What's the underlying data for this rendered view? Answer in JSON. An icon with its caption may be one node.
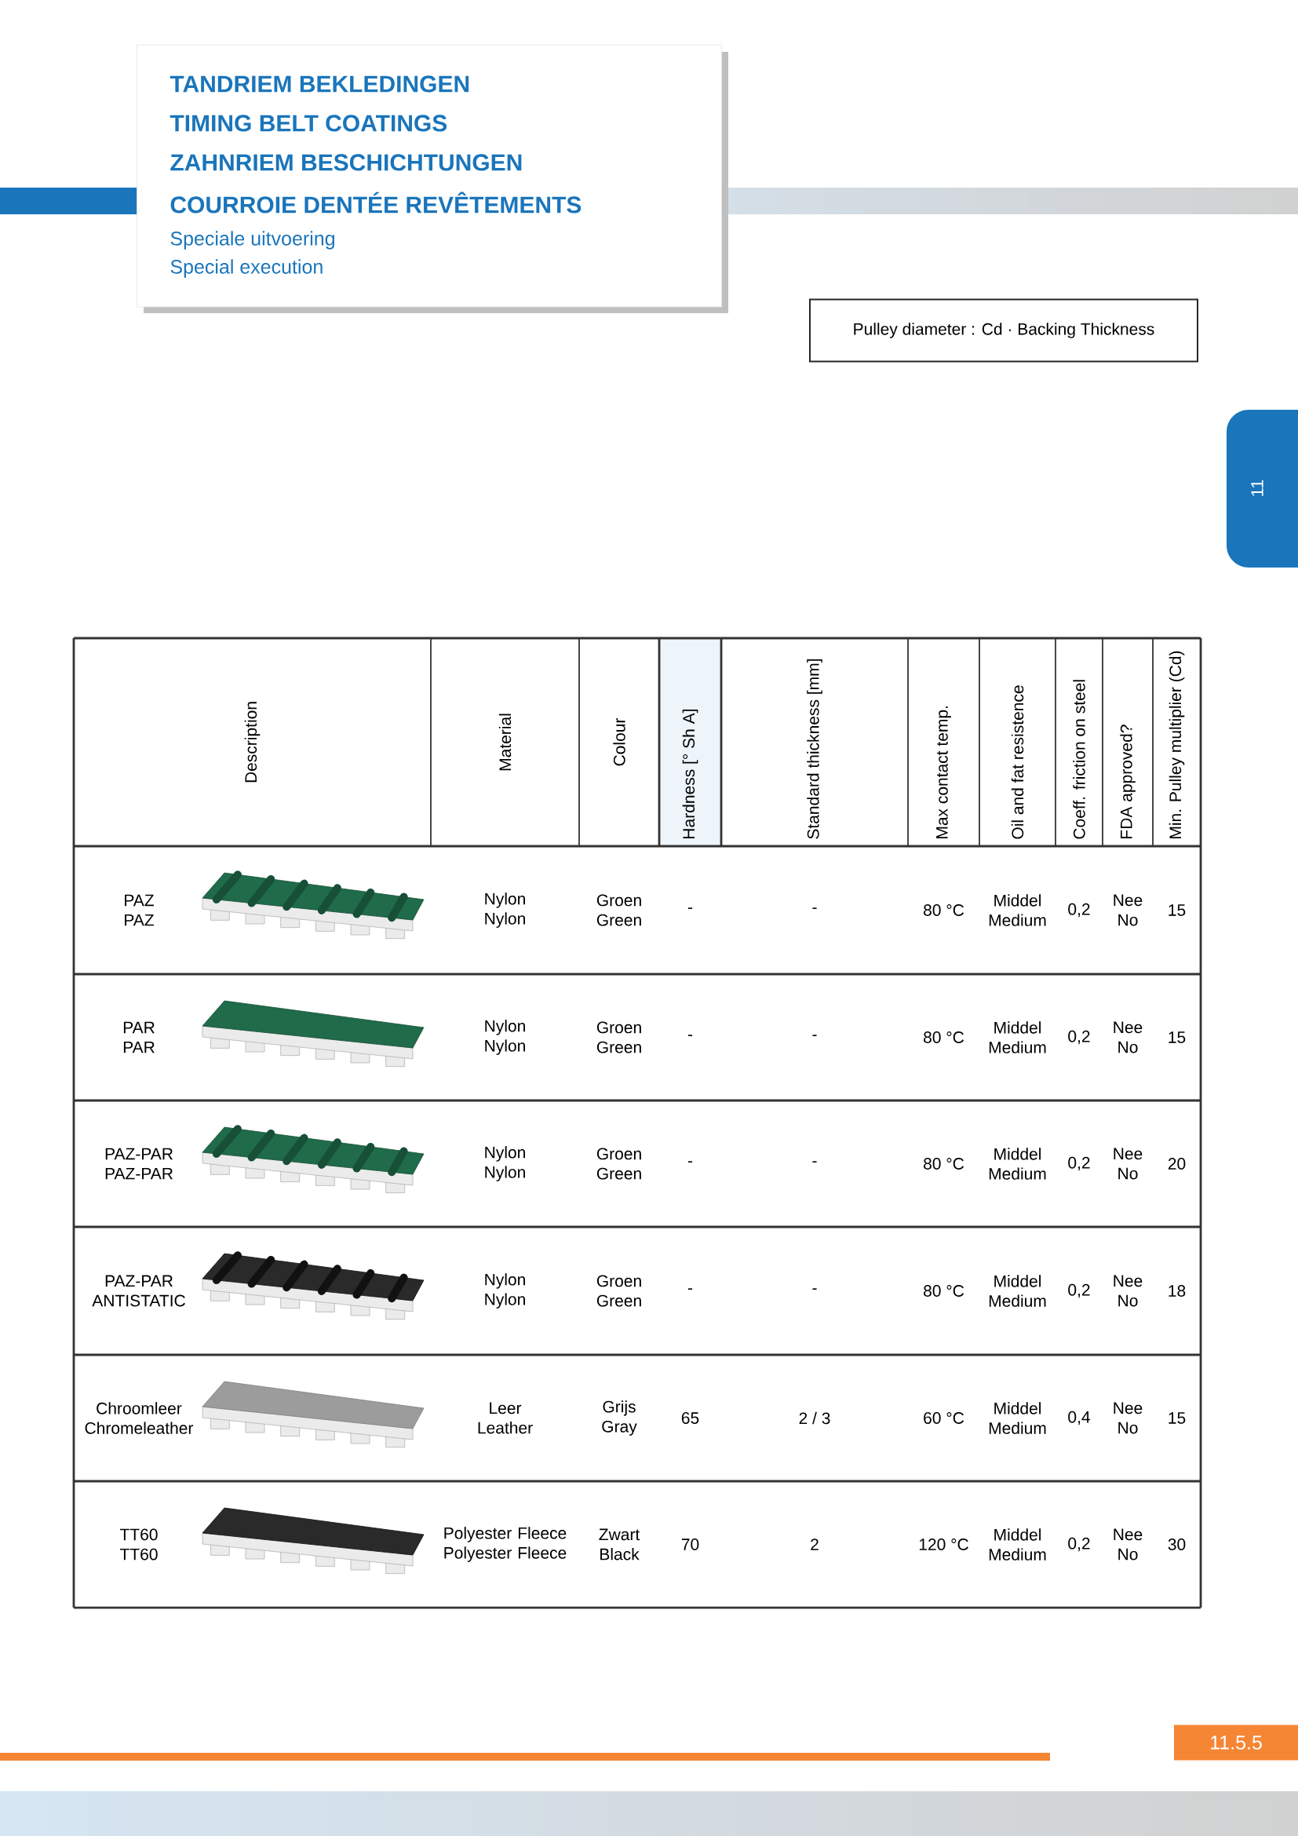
{
  "diagram": {
    "nodes": [
      {
        "text": [
          "TANDRIEM  BEKLEDINGEN",
          "TIMING BELT COATINGS",
          "ZAHNRIEM BESCHICHTUNGEN",
          "COURROIE DENTÉE REVÊTEMENTS",
          "Speciale uitvoering",
          "Special execution"
        ]
      },
      {
        "text": [
          "Pulley diameter :  Cd  ·  Backing Thickness"
        ]
      },
      {
        "text": [
          "11"
        ]
      },
      {
        "text": [
          "11.5.5"
        ]
      }
    ],
    "labels": [
      "Description",
      "Material",
      "Colour",
      "Hardness [° Sh A]",
      "Standard thickness [mm]",
      "Max contact temp.",
      "Oil and fat resistence",
      "Coeff. friction on steel",
      "FDA approved?",
      "Min. Pulley multiplier (Cd)",
      "PAZ PAZ",
      "Nylon Nylon",
      "Groen Green",
      "-",
      "-",
      "80 °C",
      "Middel Medium",
      "0,2",
      "Nee No",
      "15",
      "PAR PAR",
      "Nylon Nylon",
      "Groen Green",
      "-",
      "-",
      "80 °C",
      "Middel Medium",
      "0,2",
      "Nee No",
      "15",
      "PAZ-PAR PAZ-PAR",
      "Nylon Nylon",
      "Groen Green",
      "-",
      "-",
      "80 °C",
      "Middel Medium",
      "0,2",
      "Nee No",
      "20",
      "PAZ-PAR ANTISTATIC",
      "Nylon Nylon",
      "Groen Green",
      "-",
      "-",
      "80 °C",
      "Middel Medium",
      "0,2",
      "Nee No",
      "18",
      "Chroomleer Chromeleather",
      "Leer Leather",
      "Grijs Gray",
      "65",
      "2 / 3",
      "60 °C",
      "Middel Medium",
      "0,4",
      "Nee No",
      "15",
      "TT60 TT60",
      "Polyester Fleece Polyester Fleece",
      "Zwart Black",
      "70",
      "2",
      "120 °C",
      "Middel Medium",
      "0,2",
      "Nee No",
      "30"
    ]
  }
}
